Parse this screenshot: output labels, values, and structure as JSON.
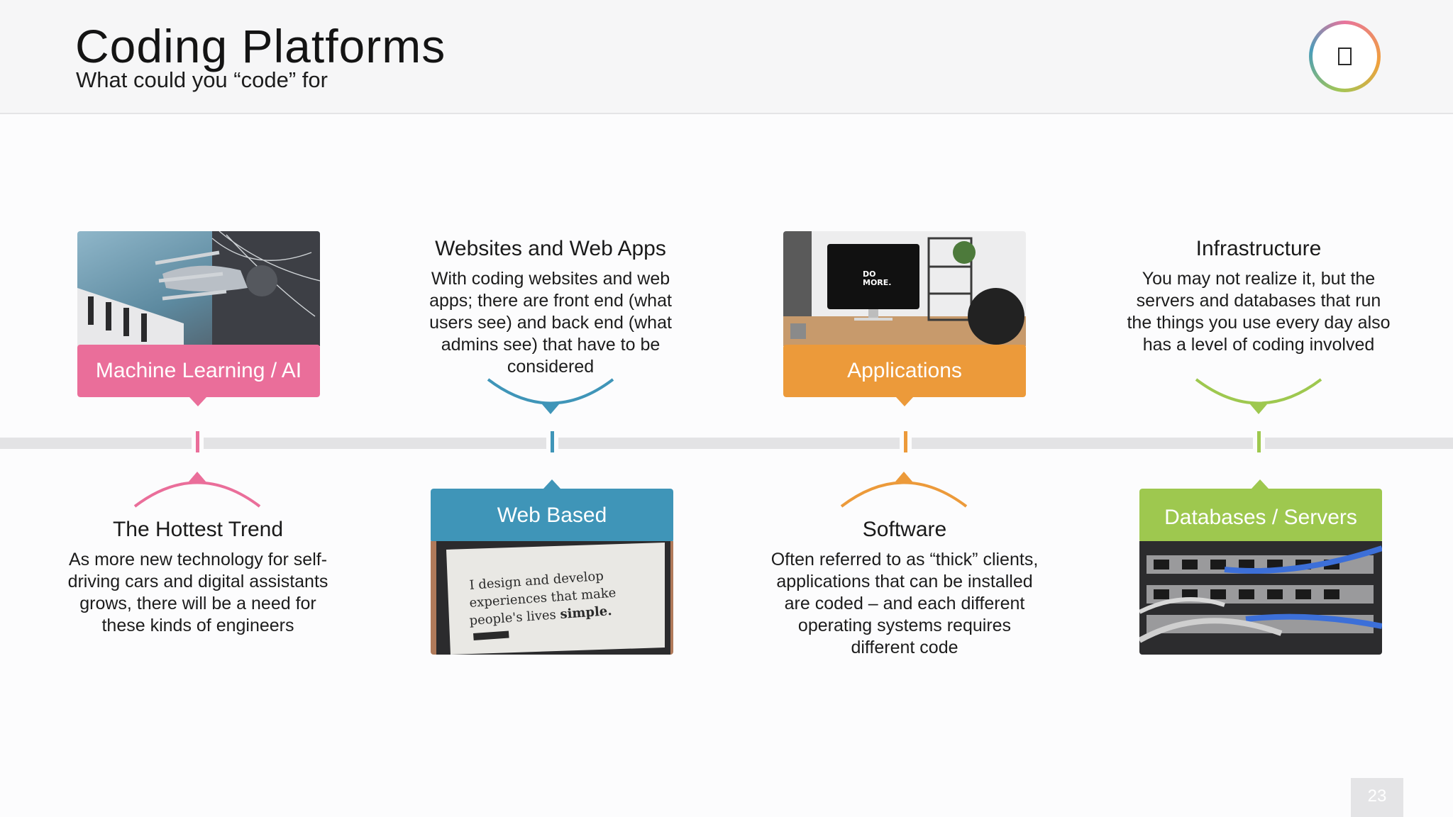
{
  "header": {
    "title": "Coding Platforms",
    "subtitle": "What could you “code” for",
    "logo_icon": "doc-icon"
  },
  "colors": {
    "pink": "#ea6e9a",
    "blue": "#3f95b8",
    "orange": "#ec9a3a",
    "green": "#9ec84f",
    "timeline": "#e3e3e5"
  },
  "items": [
    {
      "card_label": "Machine Learning / AI",
      "photo": "robot-hand-photo",
      "block_title": "The Hottest Trend",
      "block_body": "As more new technology for self-driving cars and digital assistants grows, there will be a need for these kinds of engineers"
    },
    {
      "card_label": "Web Based",
      "photo": "laptop-webpage-photo",
      "photo_text": "I design and develop experiences that make people's lives simple.",
      "block_title": "Websites and Web Apps",
      "block_body": "With coding websites and web apps; there are front end (what users see) and back end (what admins see) that have to be considered"
    },
    {
      "card_label": "Applications",
      "photo": "desktop-monitor-photo",
      "photo_text": "DO MORE.",
      "block_title": "Software",
      "block_body": "Often referred to as “thick” clients, applications that can be installed are coded – and each different operating systems requires different code"
    },
    {
      "card_label": "Databases / Servers",
      "photo": "network-cables-photo",
      "block_title": "Infrastructure",
      "block_body": "You may not realize it, but the servers and databases that run the things you use every day also has a level of coding involved"
    }
  ],
  "page_number": "23"
}
